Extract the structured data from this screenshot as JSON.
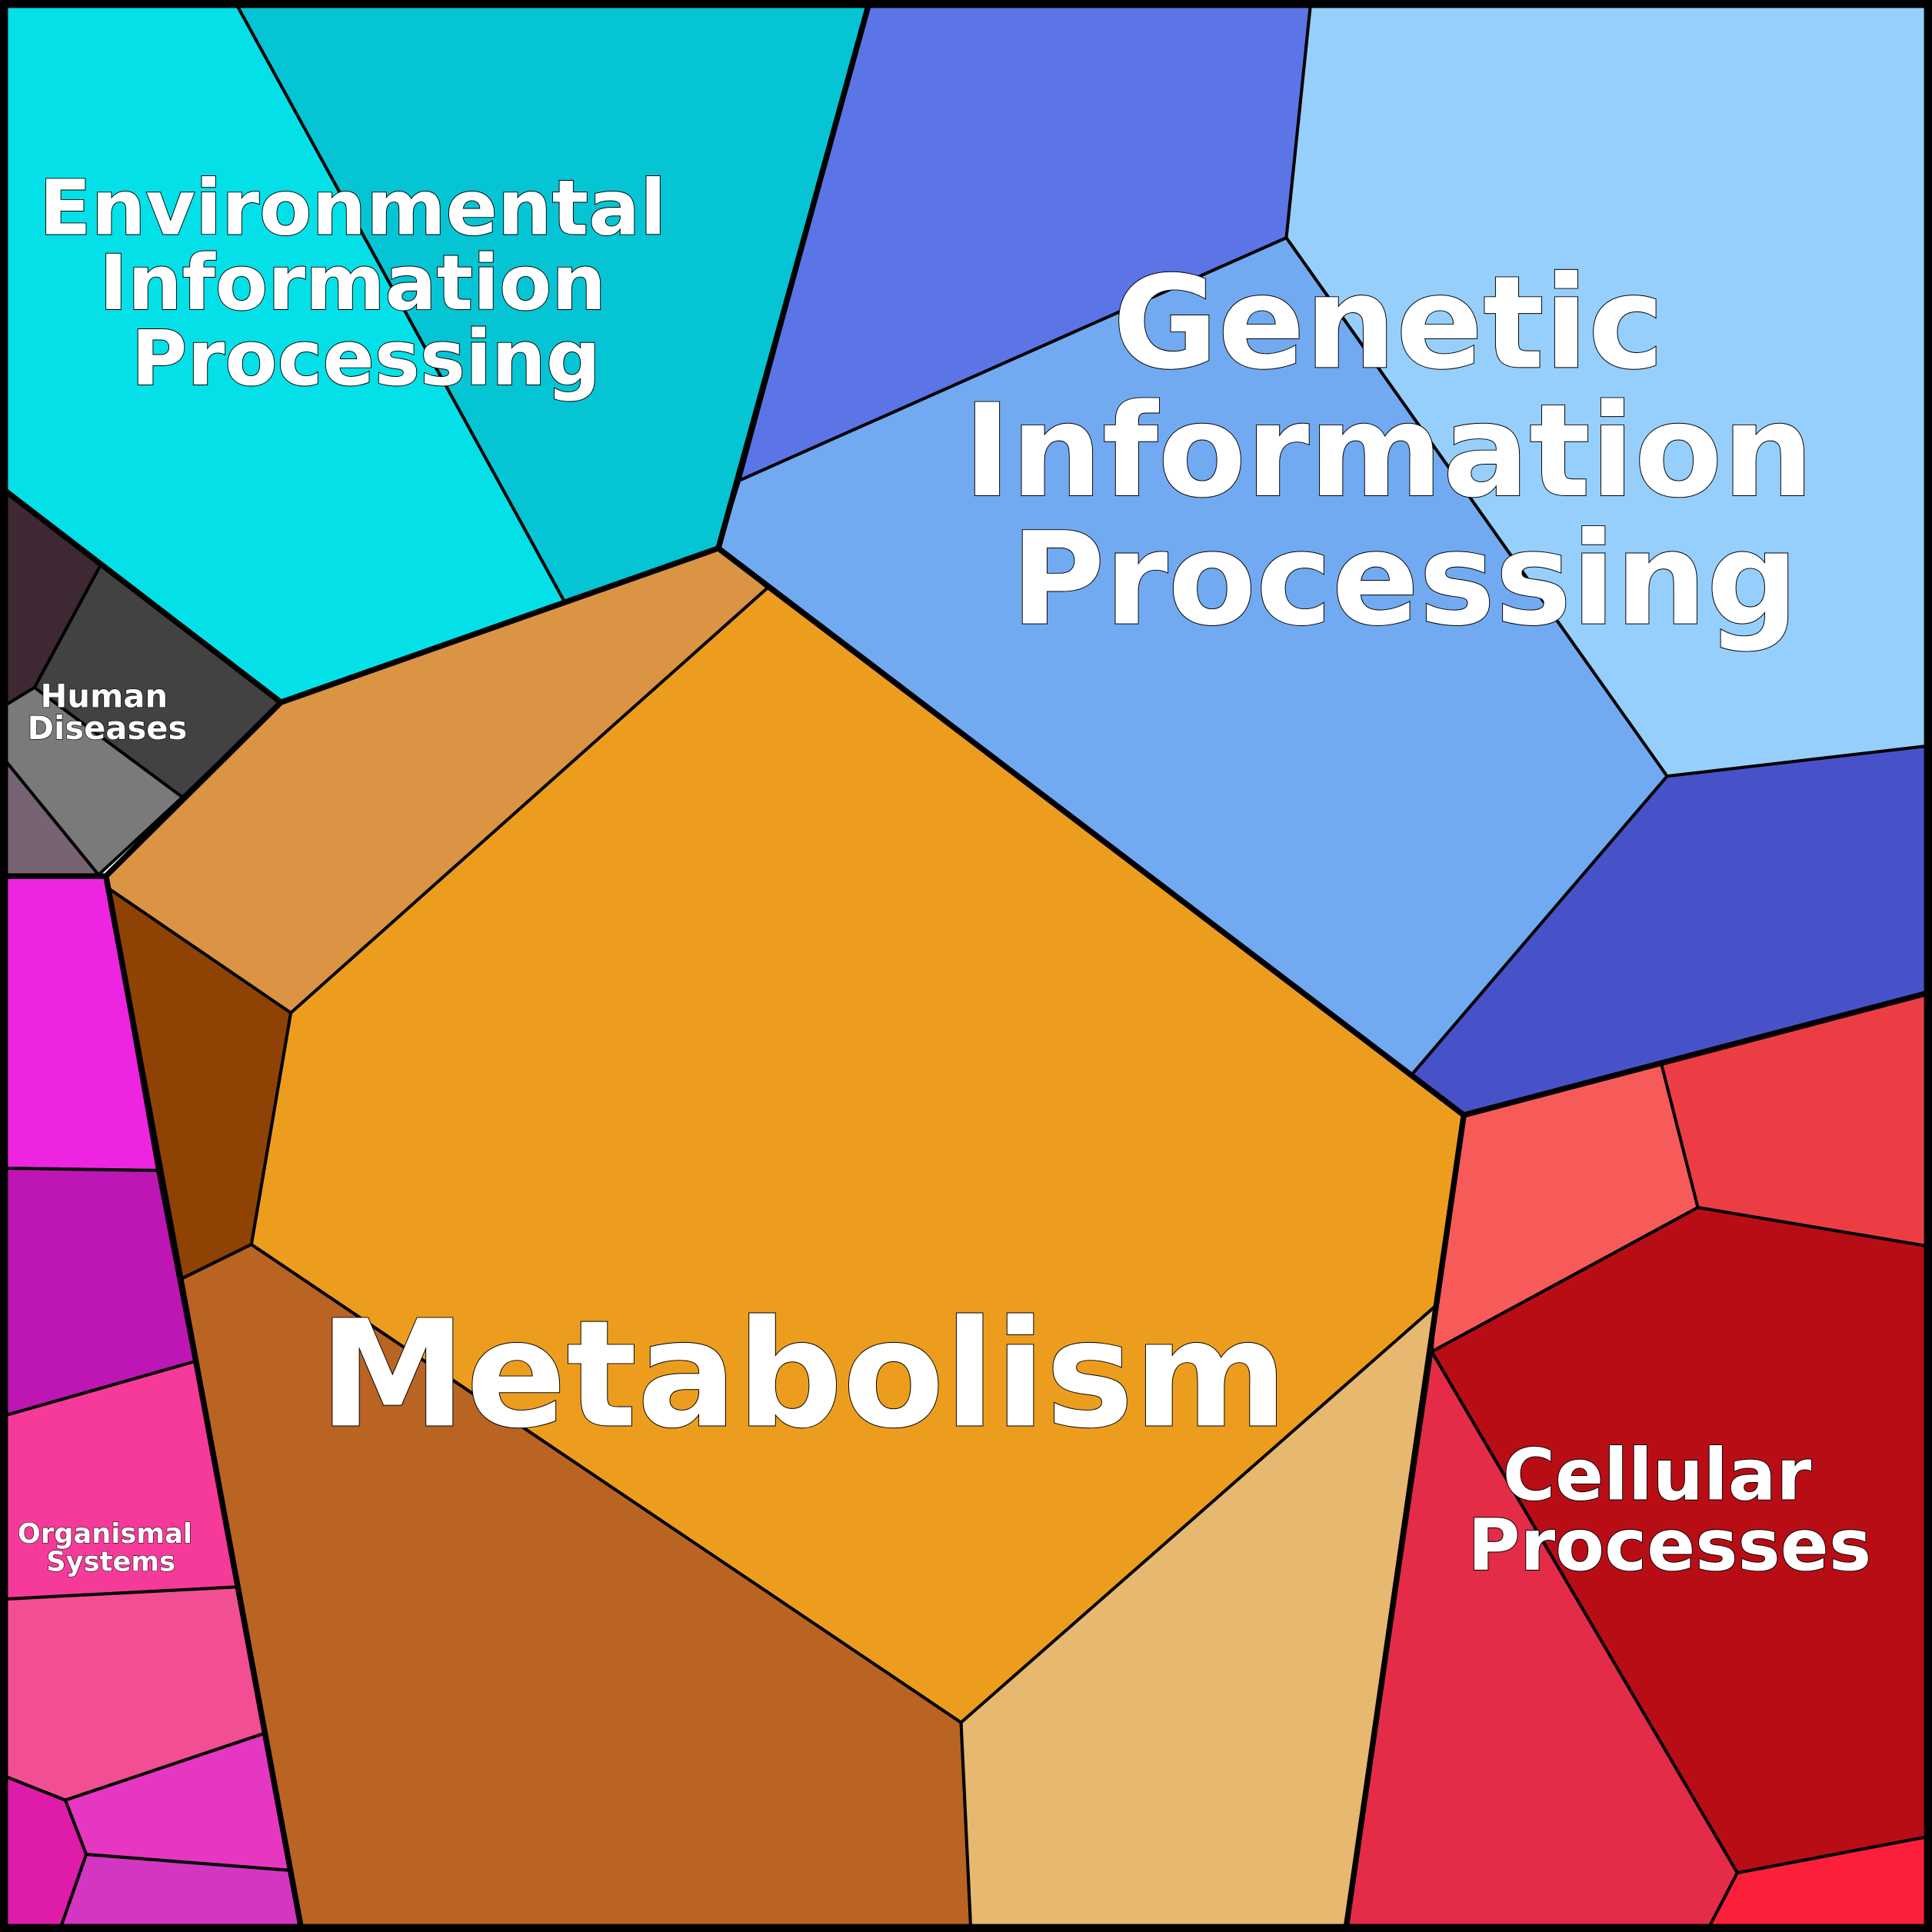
{
  "title": "KEGG Voronoi treemap",
  "groups": {
    "environmental": {
      "label_lines": [
        "Environmental",
        "Information",
        "Processing"
      ],
      "colors": [
        "#04E0E8",
        "#05C4D4"
      ]
    },
    "genetic": {
      "label_lines": [
        "Genetic",
        "Information",
        "Processing"
      ],
      "colors": [
        "#5B75E6",
        "#96CFFC",
        "#72AAF2",
        "#4852C8"
      ]
    },
    "metabolism": {
      "label_lines": [
        "Metabolism"
      ],
      "colors": [
        "#ED9D1E",
        "#DB9344",
        "#8E4204",
        "#B96423",
        "#E6B870"
      ]
    },
    "cellular": {
      "label_lines": [
        "Cellular",
        "Processes"
      ],
      "colors": [
        "#F75B59",
        "#EC3D45",
        "#B90D16",
        "#E42B48",
        "#FC1F3A"
      ]
    },
    "human_diseases": {
      "label_lines": [
        "Human",
        "Diseases"
      ],
      "colors": [
        "#3E2833",
        "#424242",
        "#7A7A7A",
        "#766373"
      ]
    },
    "organismal": {
      "label_lines": [
        "Organismal",
        "Systems"
      ],
      "colors": [
        "#EE25E0",
        "#BD16B5",
        "#F53A9A",
        "#F24E93",
        "#E637C2",
        "#DF1BA9",
        "#D336C0"
      ]
    }
  }
}
